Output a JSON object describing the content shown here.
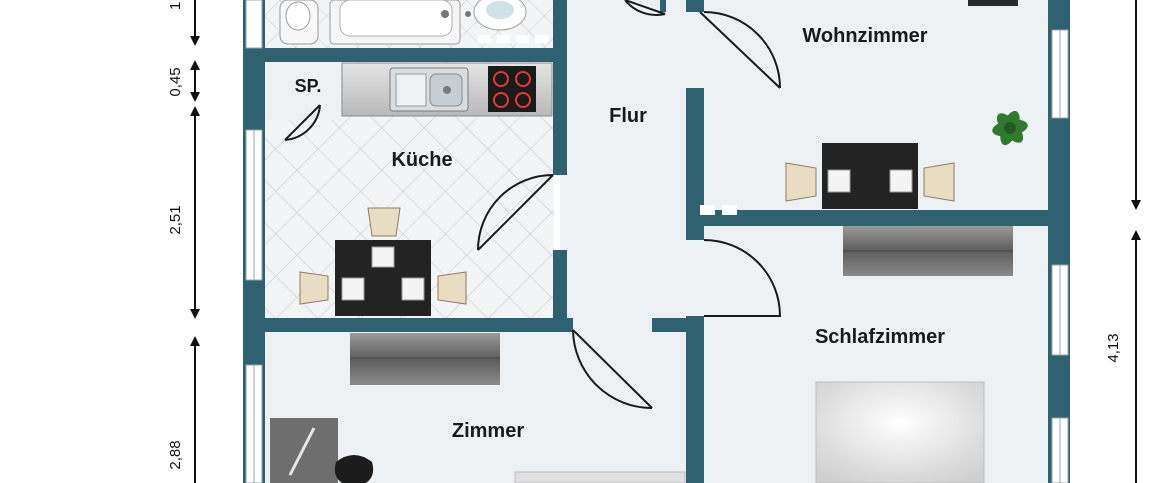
{
  "rooms": {
    "wohnzimmer": "Wohnzimmer",
    "flur": "Flur",
    "speisekammer": "SP.",
    "kueche": "Küche",
    "schlafzimmer": "Schlafzimmer",
    "zimmer": "Zimmer"
  },
  "dimensions": {
    "top_cut": "1",
    "d1": "0,45",
    "d2": "2,51",
    "d3": "2,88",
    "right": "4,13"
  },
  "colors": {
    "wall": "#2f6170",
    "floor": "#eef1f4",
    "tile_line": "#c9ced3",
    "dim_line": "#111111"
  }
}
